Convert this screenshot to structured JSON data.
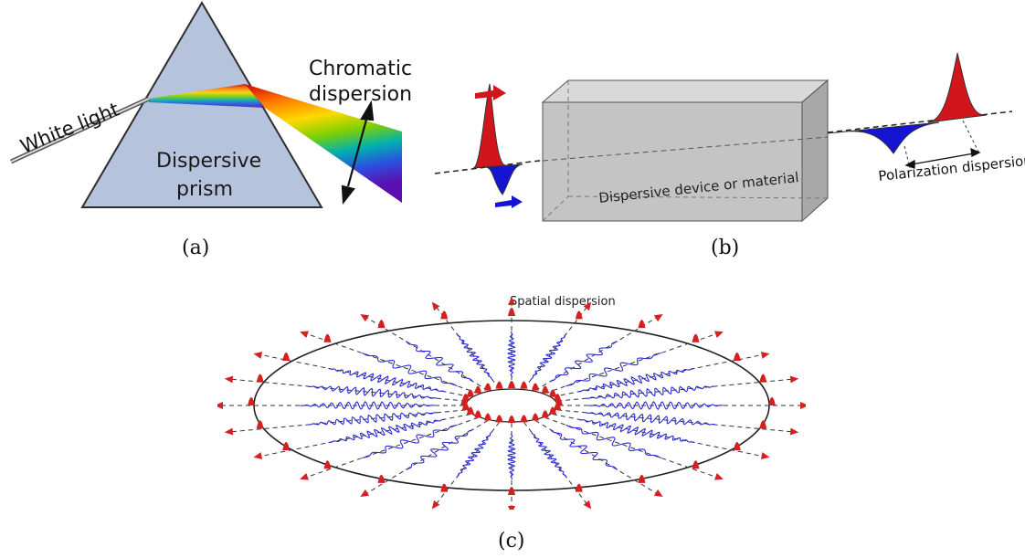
{
  "panel_a": {
    "incoming_label": "White light",
    "prism_label_line1": "Dispersive",
    "prism_label_line2": "prism",
    "spread_label_line1": "Chromatic",
    "spread_label_line2": "dispersion",
    "caption": "(a)",
    "prism_color": "#b5c3dc",
    "spectrum_colors": [
      "#d40000",
      "#ff7b00",
      "#ffd800",
      "#7fd100",
      "#00b0b0",
      "#2b4fe0",
      "#5a0fb0"
    ]
  },
  "panel_b": {
    "device_label": "Dispersive device or material",
    "output_label": "Polarization dispersion",
    "caption": "(b)",
    "pulse_colors": {
      "red": "#d0161b",
      "blue": "#1414d2"
    },
    "box_color": "#c4c4c4"
  },
  "panel_c": {
    "title": "Spatial dispersion",
    "caption": "(c)",
    "wave_color": "#2a2ad8",
    "marker_color": "#d42020"
  }
}
